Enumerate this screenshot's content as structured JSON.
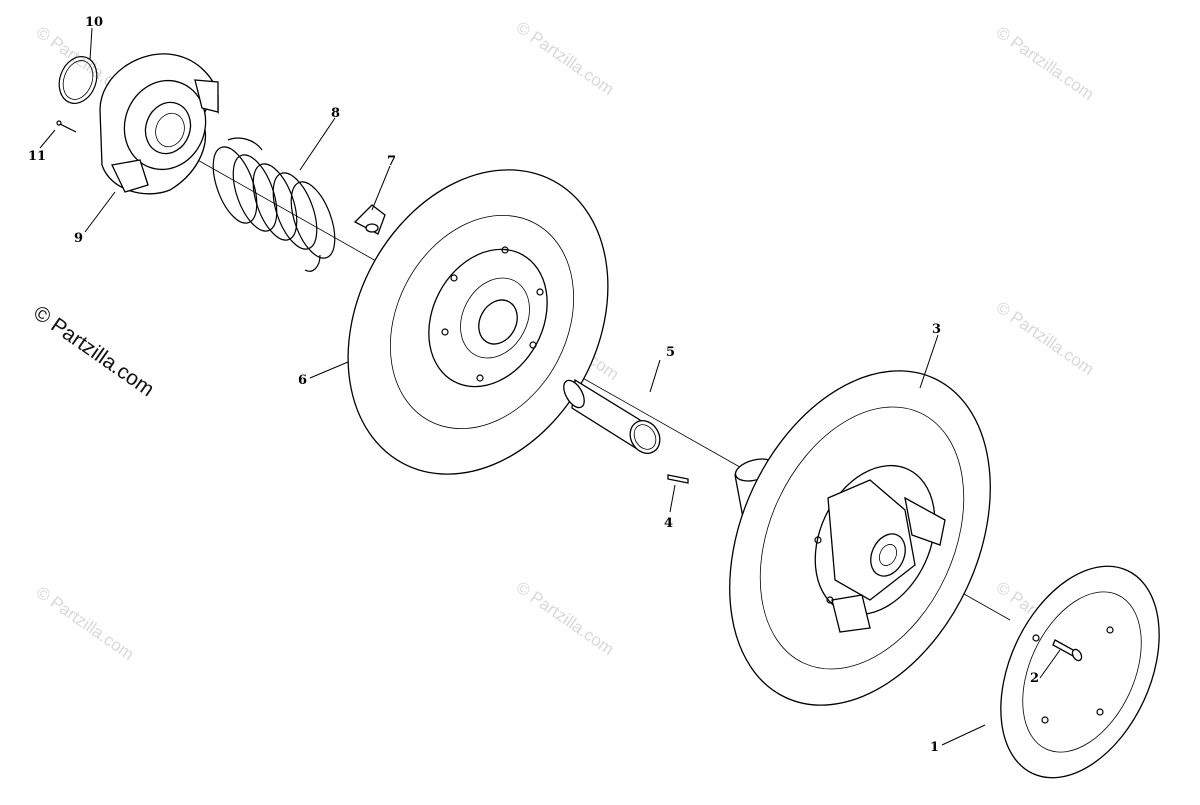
{
  "watermark": {
    "main": "© Partzilla.com",
    "faint": "© Partzilla.com"
  },
  "callouts": {
    "c1": "1",
    "c2": "2",
    "c3": "3",
    "c4": "4",
    "c5": "5",
    "c6": "6",
    "c7": "7",
    "c8": "8",
    "c9": "9",
    "c10": "10",
    "c11": "11"
  }
}
